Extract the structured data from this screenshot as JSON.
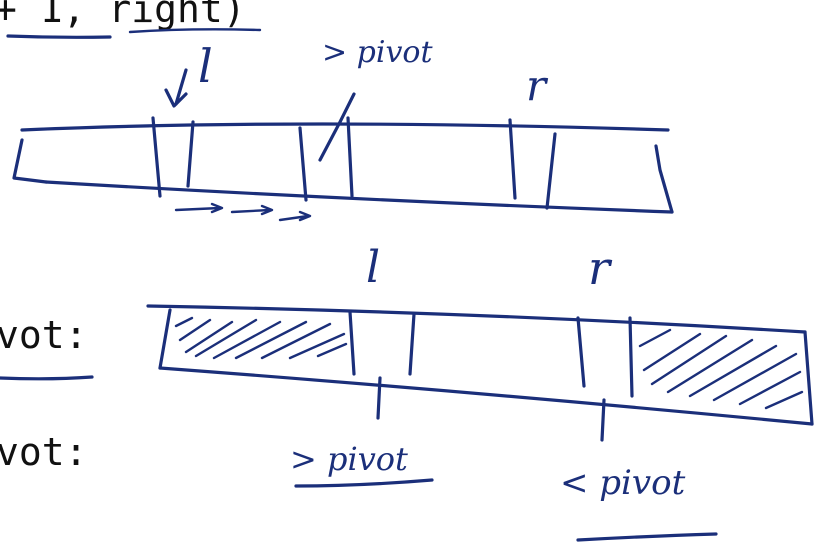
{
  "code": {
    "top_fragment": "+ 1, right)",
    "line_mid": "vot:",
    "line_bottom": "vot:"
  },
  "annotations": {
    "l_top": "l",
    "gt_pivot_top": "> pivot",
    "r_top": "r",
    "l_mid": "l",
    "r_mid": "r",
    "gt_pivot_bottom": "> pivot",
    "lt_pivot_bottom": "< pivot"
  },
  "colors": {
    "ink": "#1b2f7a",
    "code_text": "#111111",
    "background": "#ffffff"
  }
}
